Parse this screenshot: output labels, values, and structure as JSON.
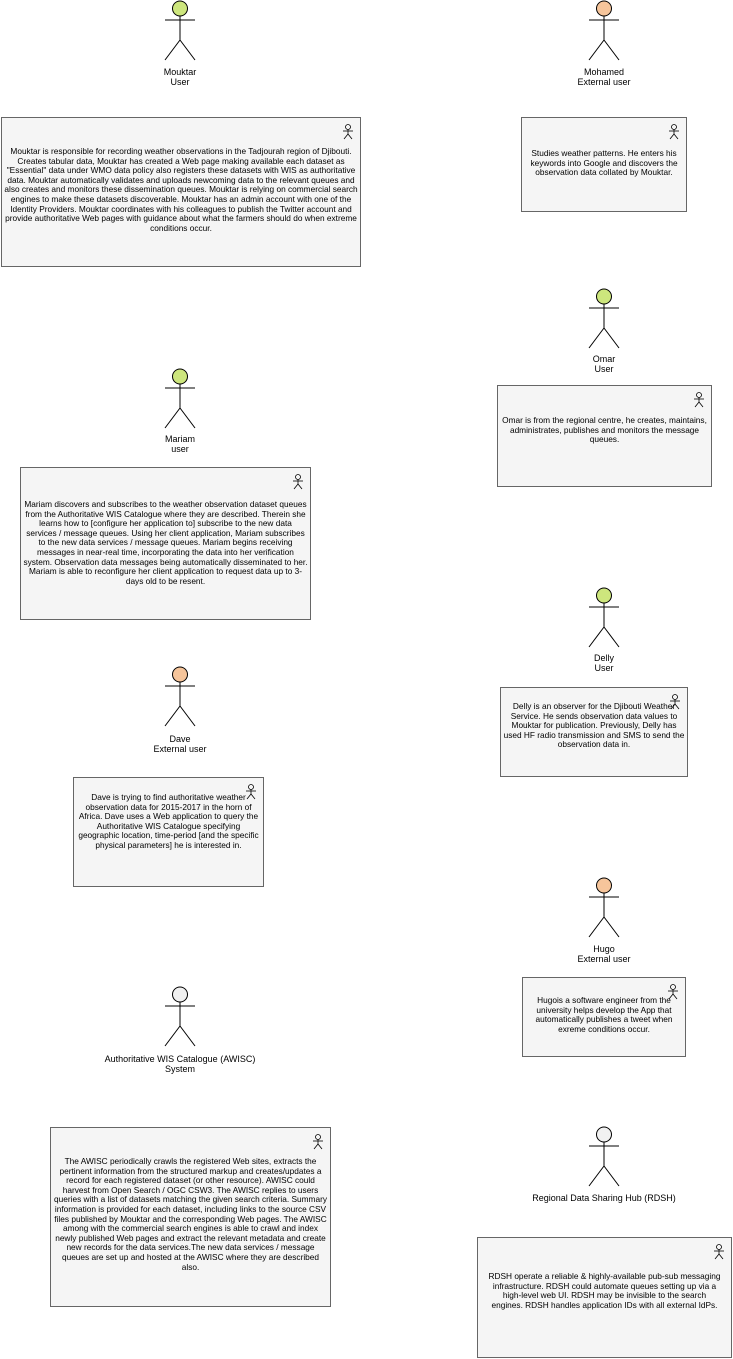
{
  "colors": {
    "internal_user": "#cde67d",
    "external_user": "#f6c59b",
    "system": "#f1f1f1",
    "card_bg": "#f5f5f5",
    "card_border": "#666666",
    "stroke": "#000000"
  },
  "actors": {
    "moukhtar": {
      "name": "Mouktar",
      "role": "User"
    },
    "mohamed": {
      "name": "Mohamed",
      "role": "External user"
    },
    "omar": {
      "name": "Omar",
      "role": "User"
    },
    "mariam": {
      "name": "Mariam",
      "role": "user"
    },
    "delly": {
      "name": "Delly",
      "role": "User"
    },
    "dave": {
      "name": "Dave",
      "role": "External user"
    },
    "hugo": {
      "name": "Hugo",
      "role": "External user"
    },
    "awisc": {
      "name": "Authoritative WIS Catalogue (AWISC)",
      "role": "System"
    },
    "rdsh": {
      "name": "Regional Data Sharing Hub (RDSH)",
      "role": ""
    }
  },
  "descriptions": {
    "moukhtar": "Mouktar is responsible for recording weather observations in the Tadjourah region of Djibouti. Creates tabular data, Mouktar has created a Web page making available each dataset as \"Essential\" data under WMO data policy also registers these datasets with WIS as authoritative data. Mouktar automatically validates and uploads newcoming data to the relevant queues and also creates and monitors these dissemination queues. Mouktar is relying on commercial search engines to make these datasets discoverable. Mouktar has an admin account with one of the Identity Providers. Mouktar coordinates with his colleagues to publish the Twitter account and provide authoritative Web pages with guidance about what the farmers should do when extreme conditions occur.",
    "mohamed": "Studies weather patterns. He enters his keywords into Google and discovers the observation data collated by Mouktar.",
    "omar": "Omar is from the regional centre, he creates, maintains, administrates, publishes and monitors the message queues.",
    "mariam": "Mariam discovers and subscribes to the weather observation dataset queues from the Authoritative WIS Catalogue where they are described. Therein she learns how to [configure her application to] subscribe to the new data services / message queues. Using her client application, Mariam subscribes to the new data services / message queues. Mariam begins receiving messages in near-real time, incorporating the data into her verification system. Observation data messages being automatically disseminated to her. Mariam is able to reconfigure her client application to request data up to 3-days old to be resent.",
    "delly": "Delly is an observer for the Djibouti Weather Service. He sends observation data values to Mouktar for publication. Previously, Delly has used HF radio transmission and SMS to send the observation data in.",
    "dave": "Dave is trying to find authoritative weather observation data for 2015-2017 in the horn of Africa. Dave uses a Web application to query the Authoritative WIS Catalogue specifying geographic location, time-period [and the specific physical parameters] he is interested in.",
    "hugo": "Hugois a software engineer from the university helps develop the App that automatically publishes a tweet when exreme conditions occur.",
    "awisc": "The AWISC periodically crawls the registered Web sites, extracts the pertinent information from the structured markup and creates/updates a record for each registered dataset (or other resource). AWISC could harvest from Open Search / OGC CSW3. The AWISC replies to users queries with a list of datasets matching the given search criteria. Summary information is provided for each dataset, including links to the source CSV files published by Mouktar and the corresponding Web pages. The AWISC among with the commercial search engines is able to crawl and index newly published Web pages and extract the relevant metadata and create new records for the data services.The new data services / message queues are set up and hosted at the AWISC where they are described also.",
    "rdsh": "RDSH operate a reliable & highly-available pub-sub messaging infrastructure. RDSH could automate queues setting up via a high-level web UI. RDSH may be invisible to the search engines. RDSH handles application IDs with all external IdPs."
  }
}
